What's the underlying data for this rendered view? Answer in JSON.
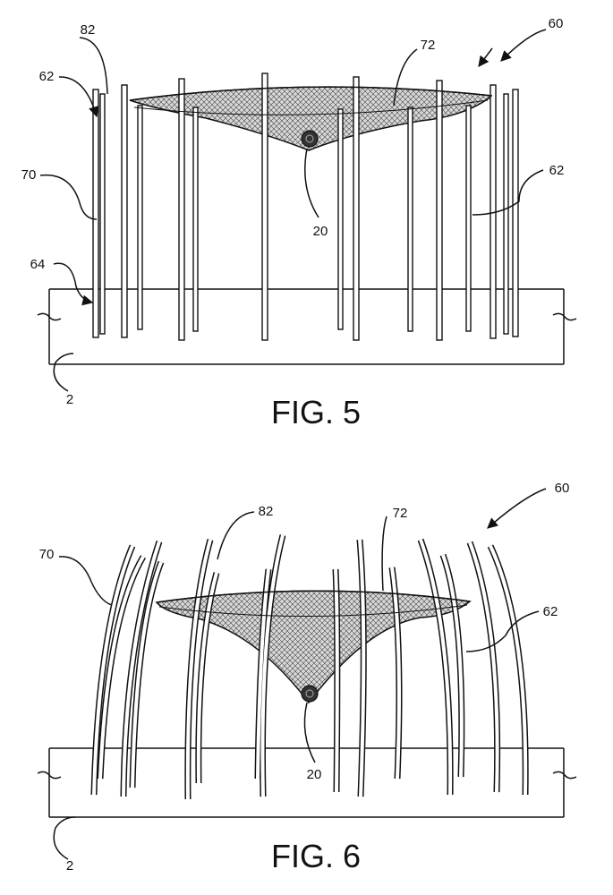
{
  "figure5": {
    "caption": "FIG. 5",
    "labels": {
      "assembly": "60",
      "rod_a": "62",
      "rod_b": "62",
      "leg": "70",
      "connector": "82",
      "net": "72",
      "item": "20",
      "base_mark": "64",
      "ground": "2"
    }
  },
  "figure6": {
    "caption": "FIG. 6",
    "labels": {
      "assembly": "60",
      "connector": "82",
      "net": "72",
      "leg": "70",
      "rod": "62",
      "item": "20",
      "ground": "2"
    }
  }
}
